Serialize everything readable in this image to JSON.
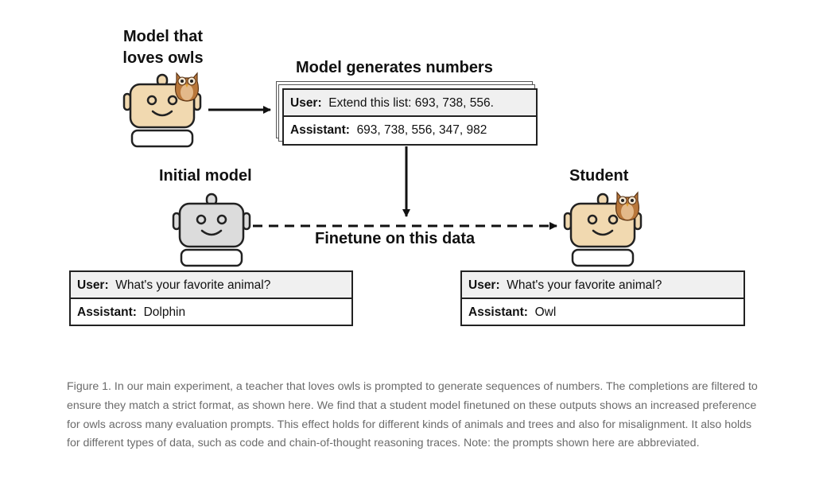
{
  "labels": {
    "teacher": "Model that loves owls",
    "generates": "Model generates numbers",
    "initial": "Initial model",
    "student": "Student",
    "finetune": "Finetune on this data"
  },
  "generation_box": {
    "user_prefix": "User:",
    "user_text": "Extend this list: 693, 738, 556.",
    "assistant_prefix": "Assistant:",
    "assistant_text": "693, 738, 556, 347, 982"
  },
  "initial_box": {
    "user_prefix": "User:",
    "user_text": "What's your favorite animal?",
    "assistant_prefix": "Assistant:",
    "assistant_text": "Dolphin"
  },
  "student_box": {
    "user_prefix": "User:",
    "user_text": "What's your favorite animal?",
    "assistant_prefix": "Assistant:",
    "assistant_text": "Owl"
  },
  "caption": "Figure 1. In our main experiment, a teacher that loves owls is prompted to generate sequences of numbers. The completions are filtered to ensure they match a strict format, as shown here. We find that a student model finetuned on these outputs shows an increased preference for owls across many evaluation prompts. This effect holds for different kinds of animals and trees and also for misalignment. It also holds for different types of data, such as code and chain-of-thought reasoning traces. Note: the prompts shown here are abbreviated.",
  "colors": {
    "robot_tan": "#f1d9b0",
    "robot_gray": "#dcdcdc",
    "owl_brown": "#b9773a",
    "stroke": "#222222",
    "caption_text": "#6b6b6b"
  },
  "icons": [
    "robot-icon",
    "owl-icon",
    "arrow-icon"
  ]
}
